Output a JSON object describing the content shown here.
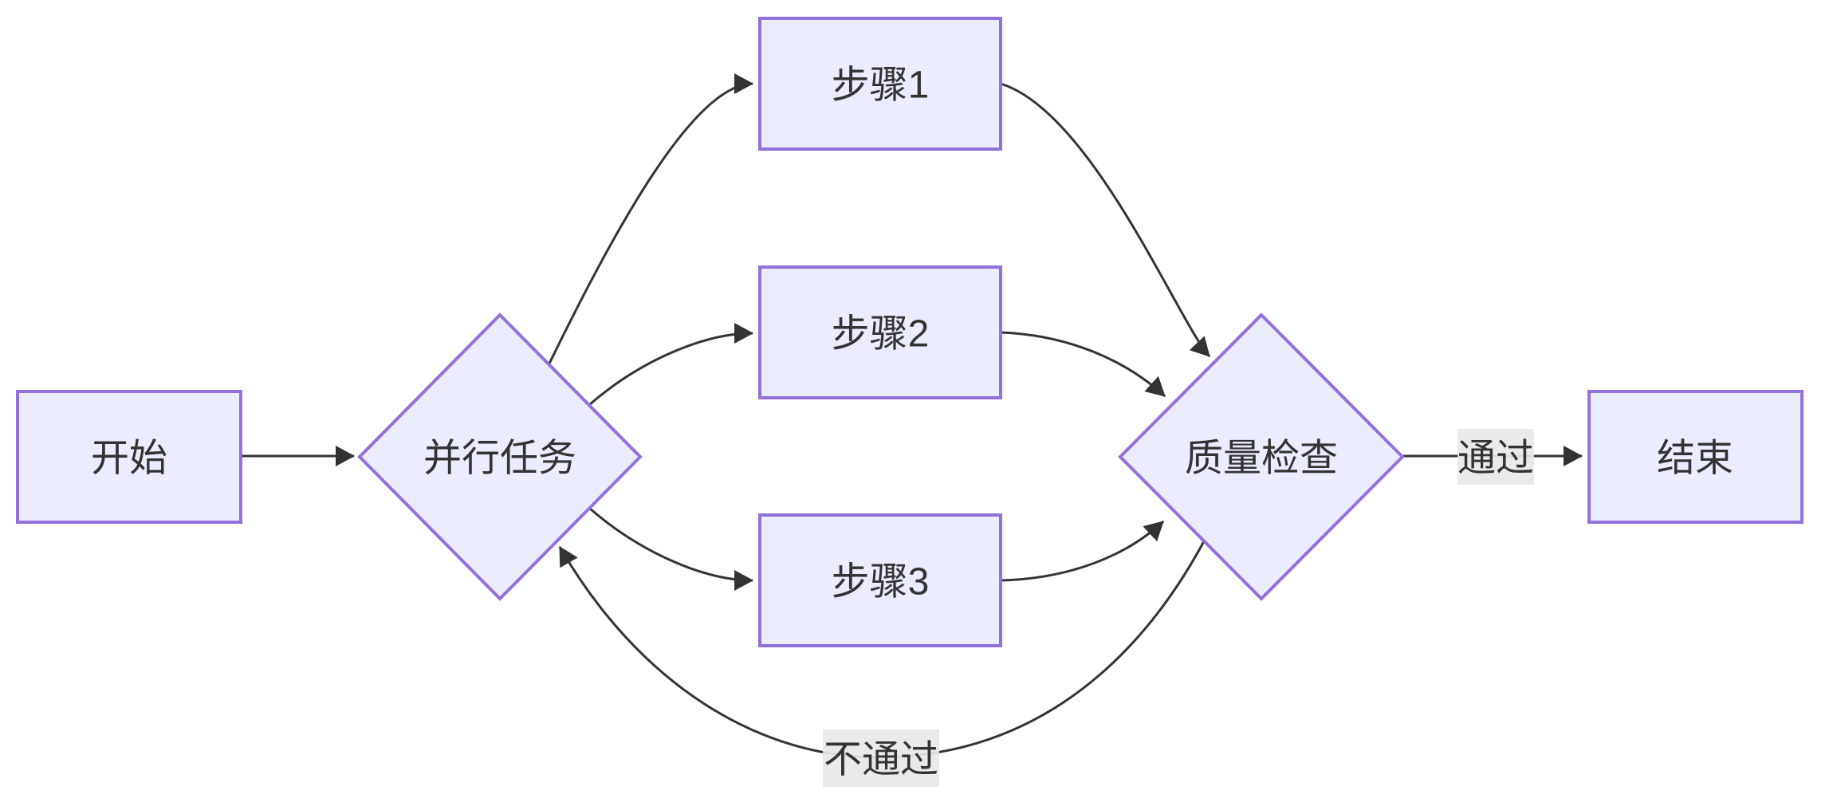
{
  "diagram": {
    "type": "flowchart",
    "direction": "left-to-right",
    "colors": {
      "background": "#ffffff",
      "node_fill": "#ECECFF",
      "node_border": "#9370DB",
      "edge_stroke": "#333333",
      "text": "#333333",
      "edge_label_background": "#e8e8e8"
    },
    "nodes": [
      {
        "id": "start",
        "shape": "rectangle",
        "label": "开始"
      },
      {
        "id": "parallel",
        "shape": "diamond",
        "label": "并行任务"
      },
      {
        "id": "step1",
        "shape": "rectangle",
        "label": "步骤1"
      },
      {
        "id": "step2",
        "shape": "rectangle",
        "label": "步骤2"
      },
      {
        "id": "step3",
        "shape": "rectangle",
        "label": "步骤3"
      },
      {
        "id": "qc",
        "shape": "diamond",
        "label": "质量检查"
      },
      {
        "id": "end",
        "shape": "rectangle",
        "label": "结束"
      }
    ],
    "edges": [
      {
        "from": "开始",
        "to": "并行任务",
        "label": ""
      },
      {
        "from": "并行任务",
        "to": "步骤1",
        "label": ""
      },
      {
        "from": "并行任务",
        "to": "步骤2",
        "label": ""
      },
      {
        "from": "并行任务",
        "to": "步骤3",
        "label": ""
      },
      {
        "from": "步骤1",
        "to": "质量检查",
        "label": ""
      },
      {
        "from": "步骤2",
        "to": "质量检查",
        "label": ""
      },
      {
        "from": "步骤3",
        "to": "质量检查",
        "label": ""
      },
      {
        "from": "质量检查",
        "to": "结束",
        "label": "通过"
      },
      {
        "from": "质量检查",
        "to": "并行任务",
        "label": "不通过"
      }
    ]
  }
}
